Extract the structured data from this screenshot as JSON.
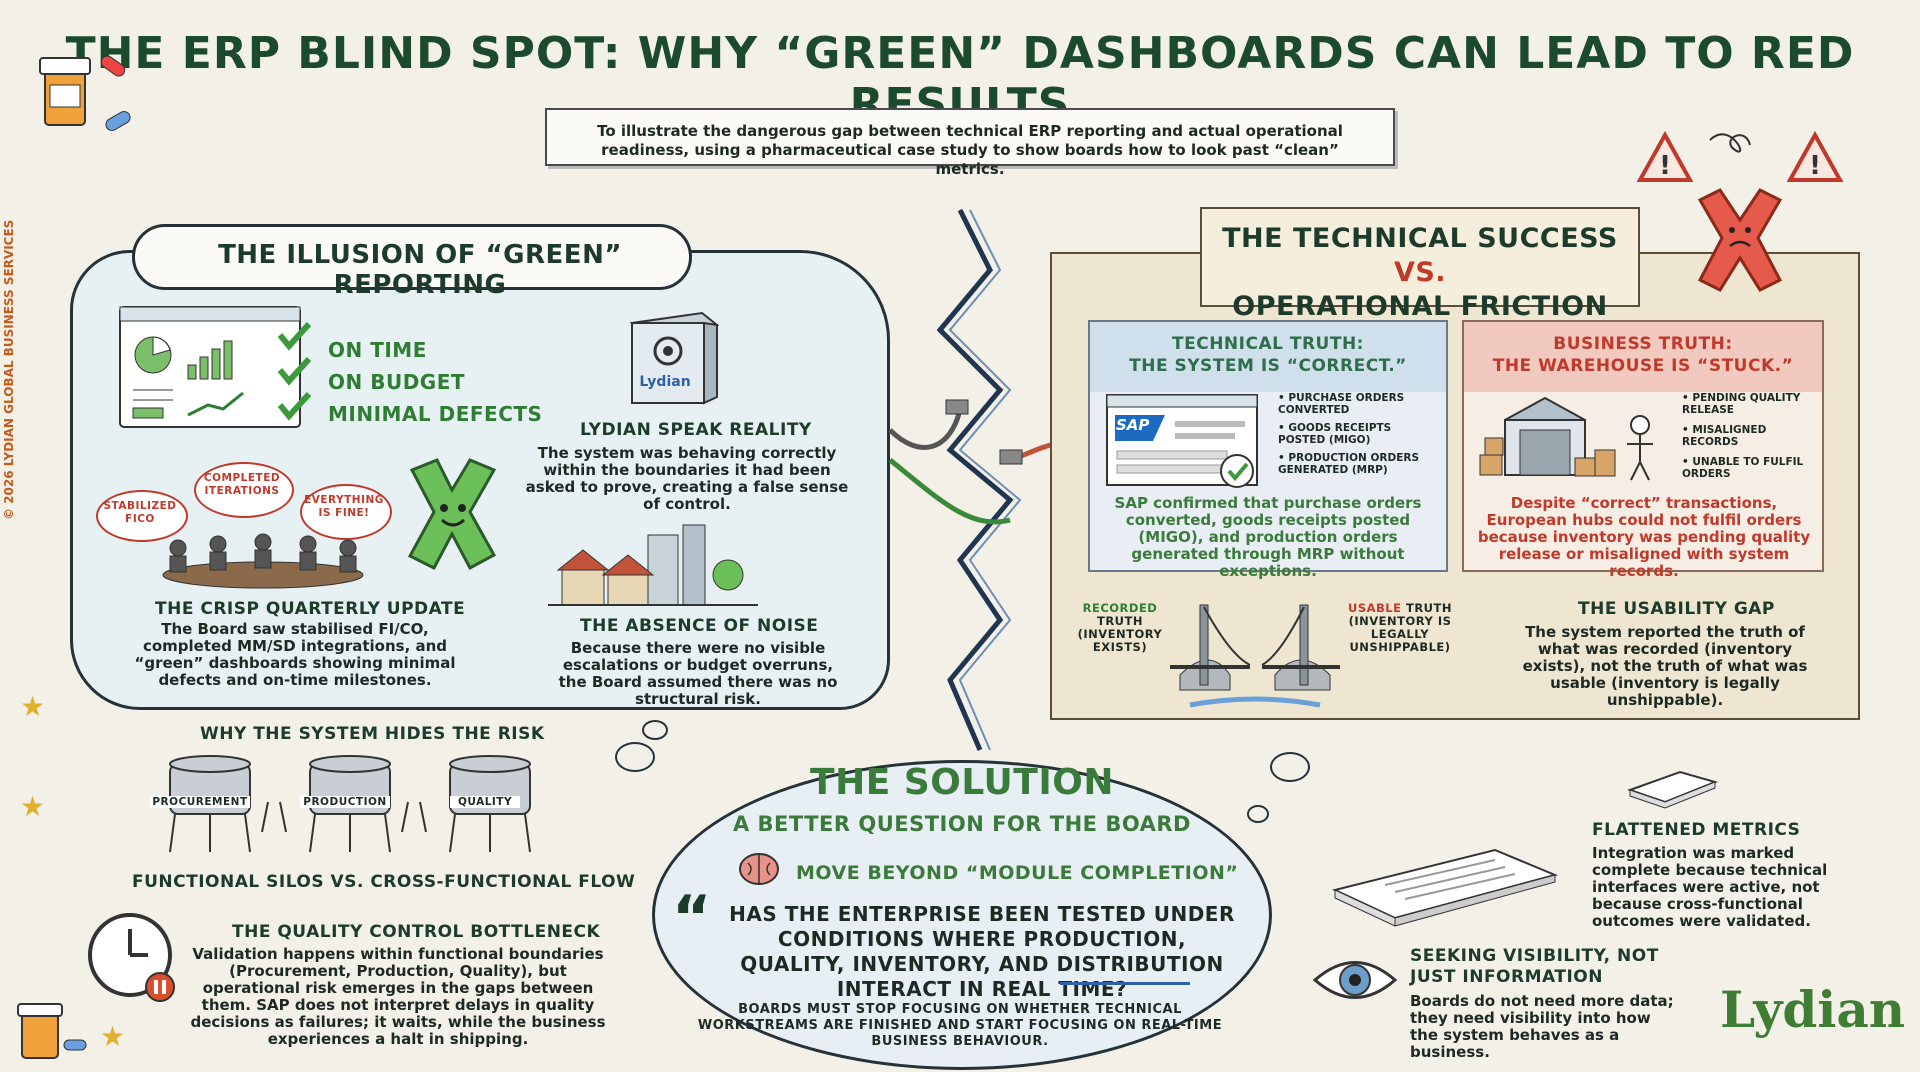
{
  "title": "THE ERP BLIND SPOT: WHY “GREEN” DASHBOARDS CAN LEAD TO RED RESULTS",
  "intro": "To illustrate the dangerous gap between technical ERP reporting and actual operational readiness, using a pharmaceutical case study to show boards how to look past “clean” metrics.",
  "copyright": "© 2026 LYDIAN GLOBAL BUSINESS SERVICES",
  "logo": "Lydian",
  "illusion": {
    "heading": "THE ILLUSION OF “GREEN” REPORTING",
    "checklist": [
      "ON TIME",
      "ON BUDGET",
      "MINIMAL DEFECTS"
    ],
    "speech": [
      "STABILIZED FICO",
      "COMPLETED ITERATIONS",
      "EVERYTHING IS FINE!"
    ],
    "server_label": "Lydian",
    "lydian_title": "LYDIAN SPEAK REALITY",
    "lydian_body": "The system was behaving correctly within the boundaries it had been asked to prove, creating a false sense of control.",
    "crisp_title": "THE CRISP QUARTERLY UPDATE",
    "crisp_body": "The Board saw stabilised FI/CO, completed MM/SD integrations, and “green” dashboards showing minimal defects and on-time milestones.",
    "noise_title": "THE ABSENCE OF NOISE",
    "noise_body": "Because there were no visible escalations or budget overruns, the Board assumed there was no structural risk."
  },
  "hides": {
    "title": "WHY THE SYSTEM HIDES THE RISK",
    "silos": [
      "PROCUREMENT",
      "PRODUCTION",
      "QUALITY"
    ],
    "caption": "FUNCTIONAL SILOS VS. CROSS-FUNCTIONAL FLOW",
    "qc_title": "THE QUALITY CONTROL BOTTLENECK",
    "qc_body": "Validation happens within functional boundaries (Procurement, Production, Quality), but operational risk emerges in the gaps between them. SAP does not interpret delays in quality decisions as failures; it waits, while the business experiences a halt in shipping."
  },
  "technical": {
    "heading_a": "THE TECHNICAL SUCCESS",
    "heading_vs": "VS.",
    "heading_b": "OPERATIONAL FRICTION",
    "tech_title_1": "TECHNICAL TRUTH:",
    "tech_title_2": "THE SYSTEM IS “CORRECT.”",
    "sap_label": "SAP",
    "tech_bullets": [
      "PURCHASE ORDERS CONVERTED",
      "GOODS RECEIPTS POSTED (MIGO)",
      "PRODUCTION ORDERS GENERATED (MRP)"
    ],
    "tech_body": "SAP confirmed that purchase orders converted, goods receipts posted (MIGO), and production orders generated through MRP without exceptions.",
    "biz_title_1": "BUSINESS TRUTH:",
    "biz_title_2": "THE WAREHOUSE IS “STUCK.”",
    "biz_bullets": [
      "PENDING QUALITY RELEASE",
      "MISALIGNED RECORDS",
      "UNABLE TO FULFIL ORDERS"
    ],
    "biz_body": "Despite “correct” transactions, European hubs could not fulfil orders because inventory was pending quality release or misaligned with system records.",
    "recorded_a": "RECORDED",
    "recorded_b": "TRUTH",
    "recorded_sub": "(INVENTORY EXISTS)",
    "usable_a": "USABLE",
    "usable_b": "TRUTH",
    "usable_sub": "(INVENTORY IS LEGALLY UNSHIPPABLE)",
    "gap_title": "THE USABILITY GAP",
    "gap_body": "The system reported the truth of what was recorded (inventory exists), not the truth of what was usable (inventory is legally unshippable)."
  },
  "solution": {
    "title": "THE SOLUTION",
    "subtitle": "A BETTER QUESTION FOR THE BOARD",
    "move": "MOVE BEYOND “MODULE COMPLETION”",
    "question": "HAS THE ENTERPRISE BEEN TESTED UNDER CONDITIONS WHERE PRODUCTION, QUALITY, INVENTORY, AND DISTRIBUTION INTERACT IN REAL TIME?",
    "footer": "BOARDS MUST STOP FOCUSING ON WHETHER TECHNICAL WORKSTREAMS ARE FINISHED AND START FOCUSING ON REAL-TIME BUSINESS BEHAVIOUR."
  },
  "flattened": {
    "title": "FLATTENED METRICS",
    "body": "Integration was marked complete because technical interfaces were active, not because cross-functional outcomes were validated."
  },
  "visibility": {
    "title": "SEEKING VISIBILITY, NOT JUST INFORMATION",
    "body": "Boards do not need more data; they need visibility into how the system behaves as a business."
  }
}
